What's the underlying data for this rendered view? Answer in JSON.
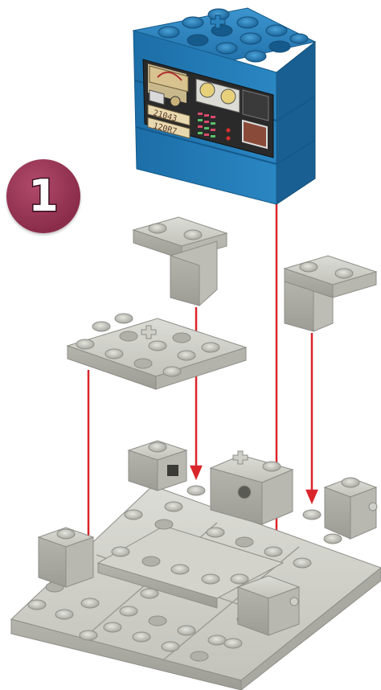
{
  "step": {
    "number": "1"
  },
  "console_brick": {
    "display_top": "21043",
    "display_bottom": "120R7"
  },
  "colors": {
    "brick_blue": "#1f78b4",
    "plate_gray": "#c9c9c3",
    "arrow_red": "#d9262a",
    "badge": "#8a2d4b"
  },
  "icons": [
    "step-badge",
    "assembly-arrow",
    "computer-console-brick",
    "gray-plate",
    "bracket-brick",
    "headlight-brick"
  ]
}
